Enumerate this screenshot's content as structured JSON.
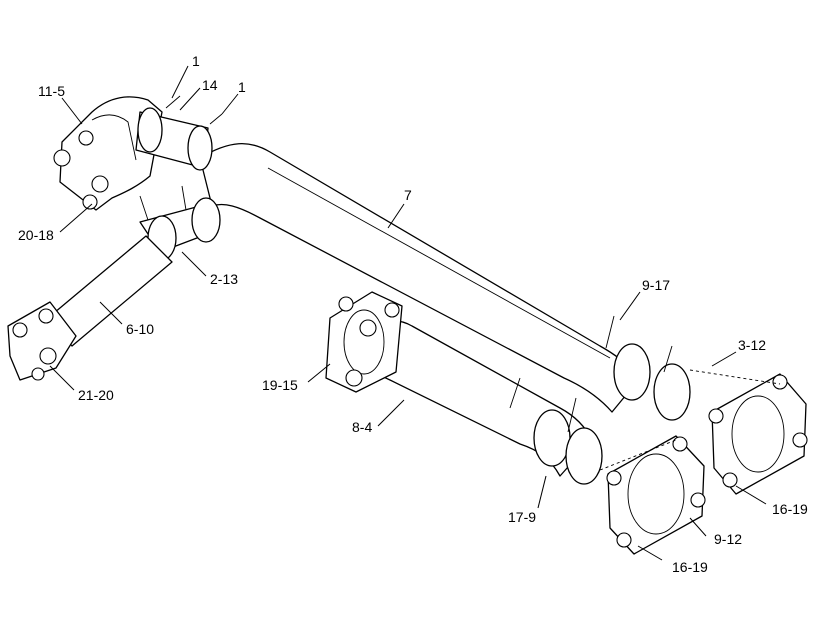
{
  "diagram": {
    "callouts": [
      {
        "id": "c1a",
        "text": "1"
      },
      {
        "id": "c14",
        "text": "14"
      },
      {
        "id": "c1b",
        "text": "1"
      },
      {
        "id": "c11_5",
        "text": "11-5"
      },
      {
        "id": "c7",
        "text": "7"
      },
      {
        "id": "c20_18",
        "text": "20-18"
      },
      {
        "id": "c2_13",
        "text": "2-13"
      },
      {
        "id": "c6_10",
        "text": "6-10"
      },
      {
        "id": "c21_20",
        "text": "21-20"
      },
      {
        "id": "c9_17",
        "text": "9-17"
      },
      {
        "id": "c3_12",
        "text": "3-12"
      },
      {
        "id": "c19_15",
        "text": "19-15"
      },
      {
        "id": "c8_4",
        "text": "8-4"
      },
      {
        "id": "c17_9",
        "text": "17-9"
      },
      {
        "id": "c16_19a",
        "text": "16-19"
      },
      {
        "id": "c9_12",
        "text": "9-12"
      },
      {
        "id": "c16_19b",
        "text": "16-19"
      }
    ]
  }
}
